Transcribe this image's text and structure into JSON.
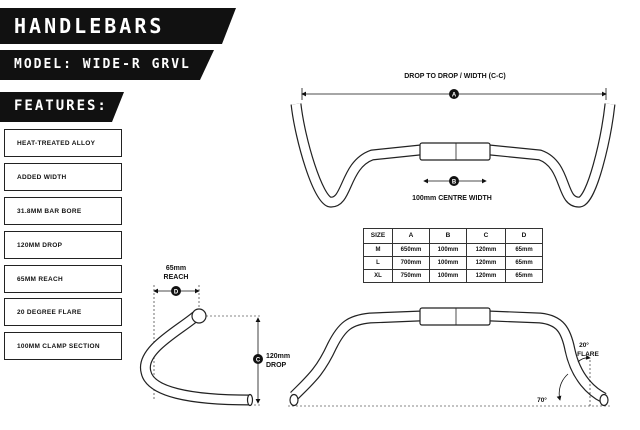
{
  "header": {
    "title": "HANDLEBARS",
    "model": "MODEL: WIDE-R GRVL",
    "features_heading": "FEATURES:"
  },
  "features": [
    "HEAT-TREATED ALLOY",
    "ADDED WIDTH",
    "31.8mm BAR BORE",
    "120mm DROP",
    "65mm REACH",
    "20 DEGREE FLARE",
    "100mm CLAMP SECTION"
  ],
  "diagram_labels": {
    "width_title": "DROP TO DROP / WIDTH (C-C)",
    "marker_a": "A",
    "marker_b": "B",
    "marker_c": "C",
    "marker_d": "D",
    "centre_width": "100mm CENTRE WIDTH",
    "reach_value": "65mm",
    "reach_word": "REACH",
    "drop_value": "120mm",
    "drop_word": "DROP",
    "flare_value": "20°",
    "flare_word": "FLARE",
    "angle": "70°"
  },
  "table": {
    "headers": [
      "SIZE",
      "A",
      "B",
      "C",
      "D"
    ],
    "rows": [
      [
        "M",
        "650mm",
        "100mm",
        "120mm",
        "65mm"
      ],
      [
        "L",
        "700mm",
        "100mm",
        "120mm",
        "65mm"
      ],
      [
        "XL",
        "750mm",
        "100mm",
        "120mm",
        "65mm"
      ]
    ]
  },
  "colors": {
    "banner": "#111111",
    "banner_text": "#ffffff",
    "line": "#111111"
  }
}
